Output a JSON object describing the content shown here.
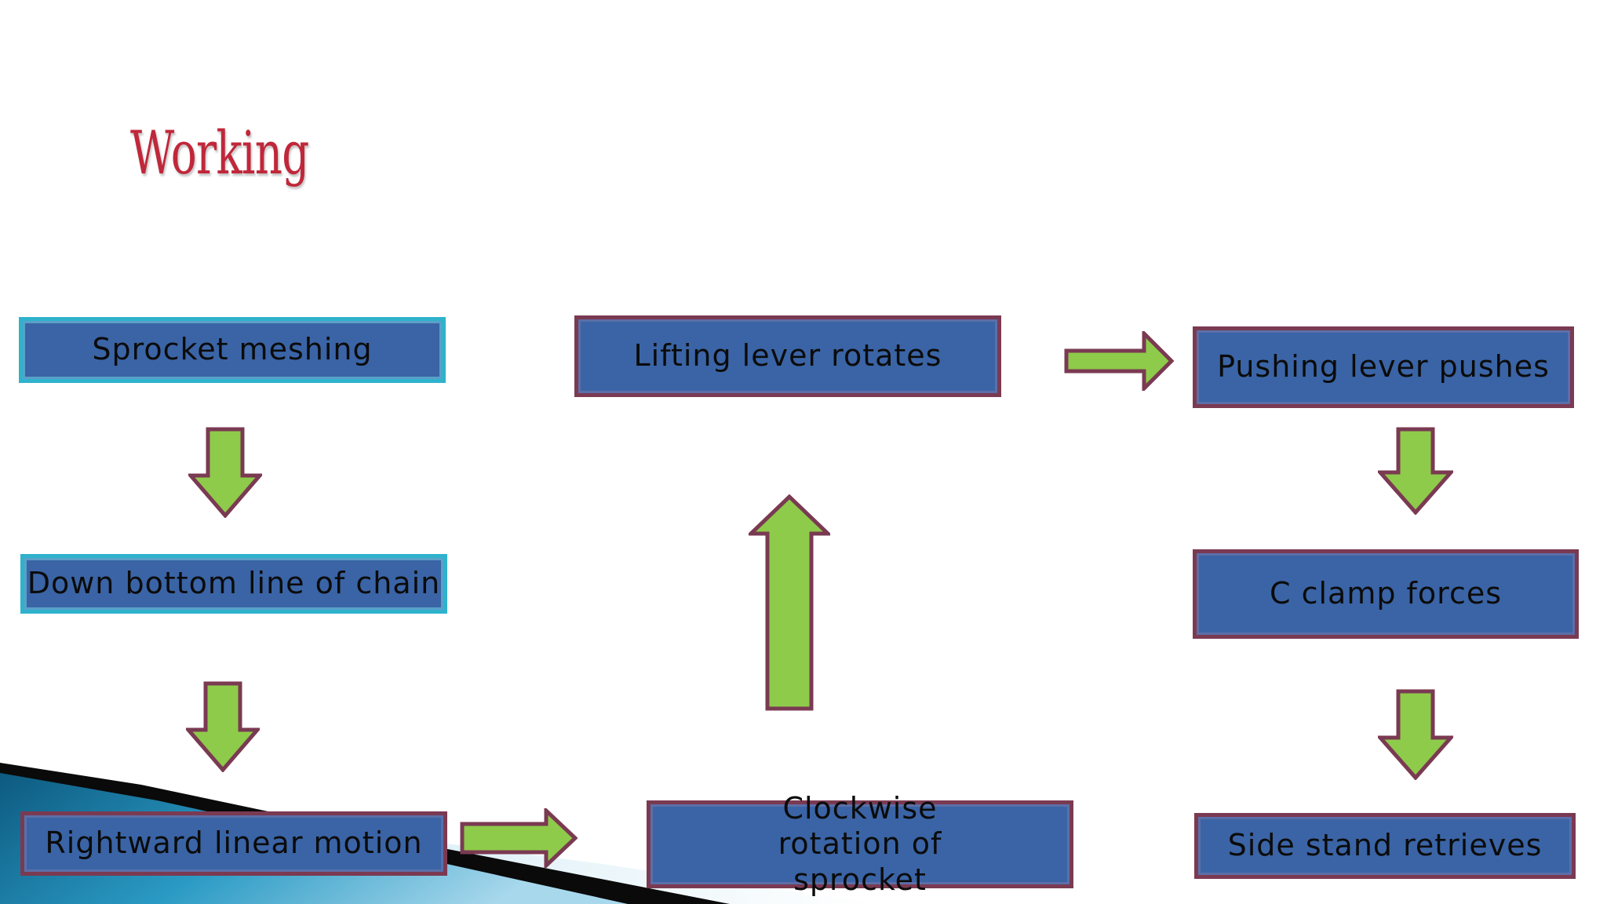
{
  "title": "Working",
  "steps": {
    "sprocket_meshing": "Sprocket meshing",
    "down_bottom_line": "Down bottom line of chain",
    "rightward_motion": "Rightward linear motion",
    "clockwise_rotation": "Clockwise rotation of sprocket",
    "lifting_lever": "Lifting lever rotates",
    "pushing_lever": "Pushing lever pushes",
    "c_clamp": "C clamp forces",
    "side_stand": "Side stand retrieves"
  },
  "colors": {
    "box_fill": "#3a64a5",
    "box_border_teal": "#2fb2cc",
    "box_border_maroon": "#7a3a52",
    "arrow_fill": "#8ecb4a",
    "arrow_stroke": "#7a3a52",
    "title": "#c0273a"
  }
}
